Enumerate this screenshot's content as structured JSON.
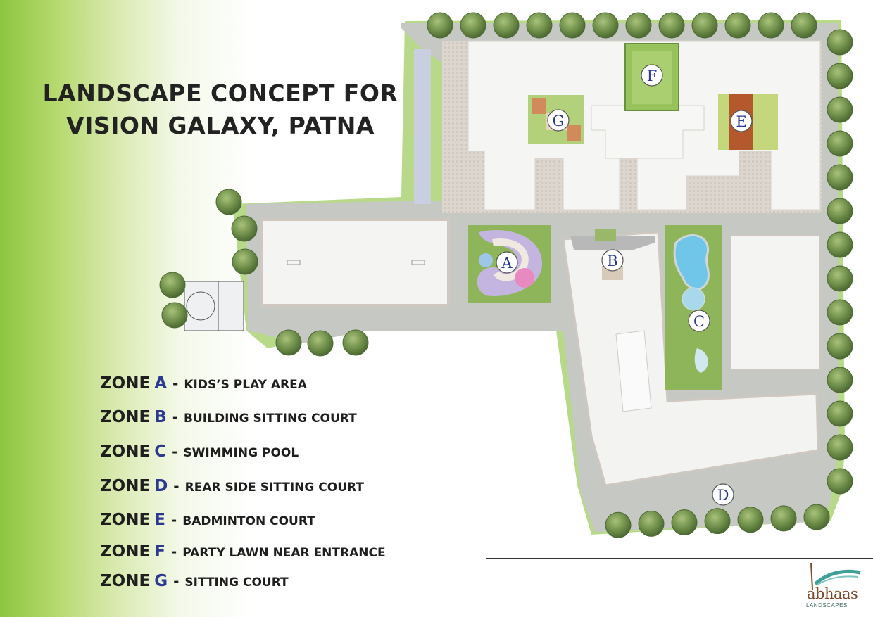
{
  "title": {
    "line1": "LANDSCAPE CONCEPT FOR",
    "line2": "VISION GALAXY, PATNA"
  },
  "zones": [
    {
      "word": "ZONE",
      "letter": "A",
      "description": "KIDS’S PLAY AREA"
    },
    {
      "word": "ZONE",
      "letter": "B",
      "description": "BUILDING SITTING COURT"
    },
    {
      "word": "ZONE",
      "letter": "C",
      "description": "SWIMMING POOL"
    },
    {
      "word": "ZONE",
      "letter": "D",
      "description": "REAR SIDE SITTING COURT"
    },
    {
      "word": "ZONE",
      "letter": "E",
      "description": "BADMINTON COURT"
    },
    {
      "word": "ZONE",
      "letter": "F",
      "description": "PARTY LAWN NEAR ENTRANCE"
    },
    {
      "word": "ZONE",
      "letter": "G",
      "description": "SITTING COURT"
    }
  ],
  "markers": [
    "A",
    "B",
    "C",
    "D",
    "E",
    "F",
    "G"
  ],
  "logo": {
    "name": "abhaas",
    "tagline": "LANDSCAPES"
  },
  "colors": {
    "accent_green": "#8cc63f",
    "zone_letter": "#2b3990",
    "road": "#c8cac6",
    "building": "#f4f4f2",
    "tree": "#6f8f4a"
  }
}
